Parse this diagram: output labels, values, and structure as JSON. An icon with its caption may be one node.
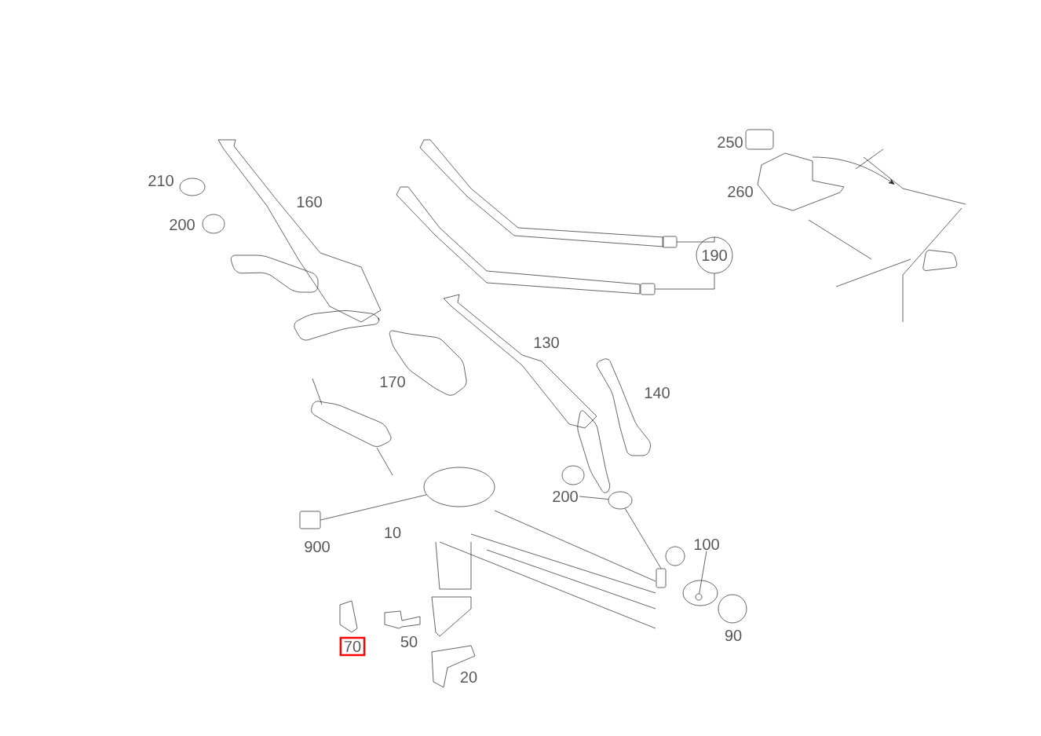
{
  "diagram": {
    "nodes": [
      {
        "text": [
          "190"
        ]
      },
      {
        "text": [],
        "shape": "box"
      },
      {
        "text": [],
        "shape": "box"
      },
      {
        "text": [
          "200"
        ]
      },
      {
        "text": [],
        "shape": "ellipse"
      },
      {
        "text": [
          "100"
        ]
      },
      {
        "text": [],
        "shape": "circle"
      },
      {
        "text": [],
        "shape": "box"
      },
      {
        "text": [],
        "shape": "ellipse"
      },
      {
        "text": [],
        "shape": "box"
      }
    ],
    "edges": [
      {
        "from": 0,
        "to": 1,
        "arrow": "none"
      },
      {
        "from": 0,
        "to": 2,
        "arrow": "none"
      },
      {
        "from": 3,
        "to": 8,
        "arrow": "none"
      },
      {
        "from": 5,
        "to": 6,
        "arrow": "none"
      },
      {
        "from": 7,
        "to": 4,
        "arrow": "none"
      },
      {
        "from": 8,
        "to": 9,
        "arrow": "none"
      }
    ],
    "labels": [
      "250",
      "210",
      "260",
      "160",
      "200",
      "130",
      "170",
      "140",
      "10",
      "900",
      "90",
      "70",
      "50",
      "20"
    ]
  }
}
